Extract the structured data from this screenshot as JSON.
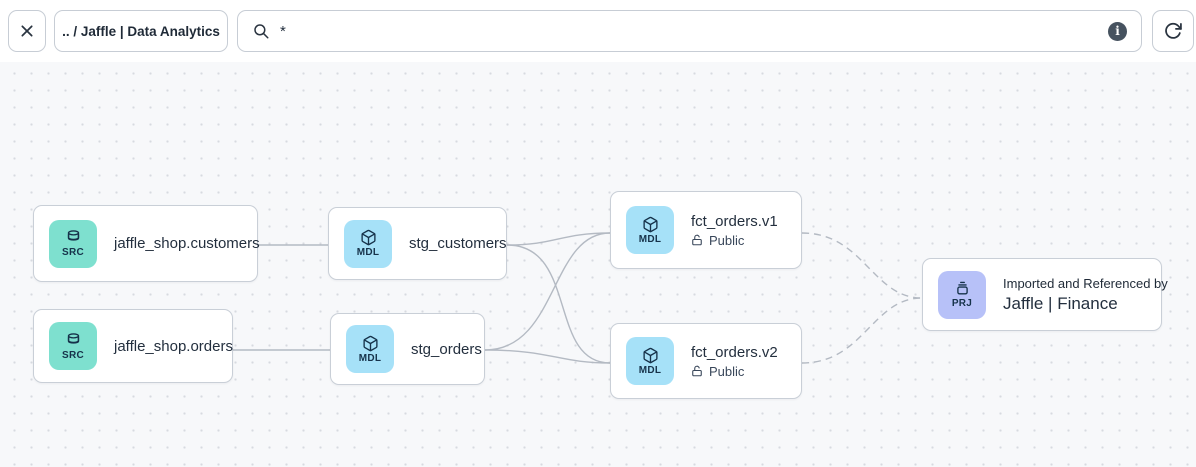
{
  "topbar": {
    "breadcrumb": ".. / Jaffle | Data Analytics",
    "search": {
      "value": "*"
    },
    "info_label": "i"
  },
  "canvas": {
    "nodes": [
      {
        "id": "jaffle_shop.customers",
        "type": "source",
        "badge": "SRC",
        "icon": "database-icon",
        "title": "jaffle_shop.customers"
      },
      {
        "id": "jaffle_shop.orders",
        "type": "source",
        "badge": "SRC",
        "icon": "database-icon",
        "title": "jaffle_shop.orders"
      },
      {
        "id": "stg_customers",
        "type": "model",
        "badge": "MDL",
        "icon": "package-icon",
        "title": "stg_customers"
      },
      {
        "id": "stg_orders",
        "type": "model",
        "badge": "MDL",
        "icon": "package-icon",
        "title": "stg_orders"
      },
      {
        "id": "fct_orders.v1",
        "type": "model",
        "badge": "MDL",
        "icon": "package-icon",
        "title": "fct_orders.v1",
        "access": "Public"
      },
      {
        "id": "fct_orders.v2",
        "type": "model",
        "badge": "MDL",
        "icon": "package-icon",
        "title": "fct_orders.v2",
        "access": "Public"
      },
      {
        "id": "jaffle_finance",
        "type": "project",
        "badge": "PRJ",
        "icon": "archive-icon",
        "subtitle": "Imported and Referenced by",
        "title": "Jaffle | Finance"
      }
    ],
    "edges": [
      {
        "from": "jaffle_shop.customers",
        "to": "stg_customers",
        "style": "solid"
      },
      {
        "from": "jaffle_shop.orders",
        "to": "stg_orders",
        "style": "solid"
      },
      {
        "from": "stg_customers",
        "to": "fct_orders.v1",
        "style": "solid"
      },
      {
        "from": "stg_customers",
        "to": "fct_orders.v2",
        "style": "solid"
      },
      {
        "from": "stg_orders",
        "to": "fct_orders.v1",
        "style": "solid"
      },
      {
        "from": "stg_orders",
        "to": "fct_orders.v2",
        "style": "solid"
      },
      {
        "from": "fct_orders.v1",
        "to": "jaffle_finance",
        "style": "dashed"
      },
      {
        "from": "fct_orders.v2",
        "to": "jaffle_finance",
        "style": "dashed"
      }
    ],
    "colors": {
      "source_badge": "#7EE0CF",
      "model_badge": "#A6E1F8",
      "project_badge": "#B7C1F8",
      "edge": "#B4BAC3",
      "canvas_bg": "#F7F8FA"
    }
  }
}
